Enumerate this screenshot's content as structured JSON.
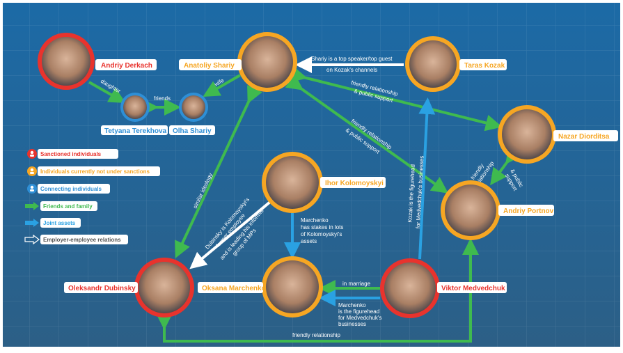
{
  "colors": {
    "bg_top": "#1c6aa6",
    "bg_bottom": "#2c5f86",
    "sanctioned": "#e8332d",
    "not_sanctioned": "#f6a623",
    "connecting": "#2e8fd6",
    "friends": "#3fba4f",
    "joint_assets": "#2aa1e2",
    "employer": "#ffffff"
  },
  "people": {
    "derkach": "Andriy Derkach",
    "shariy": "Anatoliy Shariy",
    "kozak": "Taras Kozak",
    "terekhova": "Tetyana Terekhova",
    "olha": "Olha Shariy",
    "diorditsa": "Nazar Diorditsa",
    "kolomoyskyi": "Ihor Kolomoyskyi",
    "portnov": "Andriy Portnov",
    "dubinsky": "Oleksandr Dubinsky",
    "marchenko": "Oksana Marchenko",
    "medvedchuk": "Viktor Medvedchuk"
  },
  "legend": {
    "sanctioned": "Sanctioned individuals",
    "not_sanctioned": "Individuals currently not under sanctions",
    "connecting": "Connecting individuals",
    "friends": "Friends and family",
    "joint": "Joint assets",
    "employer": "Employer-employee relations"
  },
  "edges": {
    "daughter": "daughter",
    "friends": "friends",
    "wife": "wife",
    "kozak_1": "Shariy is a top speaker/top guest",
    "kozak_2": "on Kozak's channels",
    "friendly_pub": "friendly relationship",
    "pub_support": "& public support",
    "friendly_pub2": "friendly relationship",
    "pub_support2": "& public support",
    "diord_1": "friendly",
    "diord_2": "relationship",
    "diord_3": "& public",
    "diord_4": "support",
    "similar": "similar ideology",
    "dub_1": "Dubinsky is Kolomoyskyi's",
    "dub_2": "former employee",
    "dub_3": "and is leading his informal",
    "dub_4": "group of MPs",
    "march_1": "Marchenko",
    "march_2": "has stakes in lots",
    "march_3": "of Kolomoyskyi's",
    "march_4": "assets",
    "kozfig_1": "Kozak is the figurehead",
    "kozfig_2": "for Medvedchuk's businesses",
    "inmarriage": "in marriage",
    "mfig_1": "Marchenko",
    "mfig_2": "is the figurehead",
    "mfig_3": "for Medvedchuk's",
    "mfig_4": "businesses",
    "bottom": "friendly relationship"
  }
}
